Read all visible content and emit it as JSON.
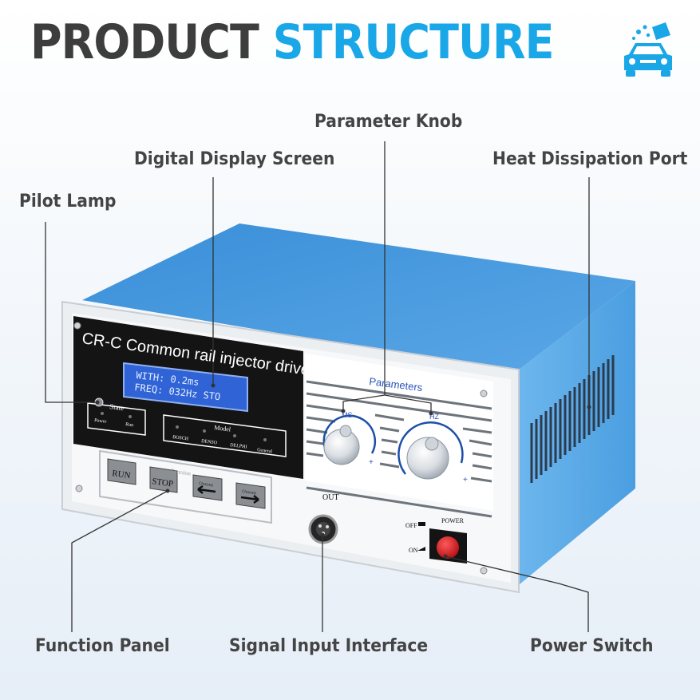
{
  "title": {
    "word1": "PRODUCT",
    "word2": "STRUCTURE"
  },
  "logo_icon": "car-wash-icon",
  "callouts": {
    "parameter_knob": "Parameter Knob",
    "digital_display": "Digital Display Screen",
    "heat_port": "Heat Dissipation Port",
    "pilot_lamp": "Pilot Lamp",
    "function_panel": "Function Panel",
    "signal_input": "Signal Input Interface",
    "power_switch": "Power Switch"
  },
  "device": {
    "brand": "CR-C Common rail injector drive",
    "lcd_line1": "WITH: 0.2ms",
    "lcd_line2": "FREQ: 032Hz STO",
    "state_label": "State",
    "state_items": [
      "Power",
      "Run"
    ],
    "model_label": "Model",
    "model_items": [
      "BOSCH",
      "DENSO",
      "DELPHI",
      "General"
    ],
    "parameters_label": "Parameters",
    "knob_left_label": "MS",
    "knob_right_label": "HZ",
    "plus": "+",
    "minus": "-",
    "function_label": "Function",
    "buttons": [
      "RUN",
      "STOP",
      "Choose",
      "Choose"
    ],
    "out_label": "OUT",
    "off_label": "OFF",
    "on_label": "ON",
    "power_label": "POWER"
  },
  "colors": {
    "accent": "#1aa7e8",
    "case_blue": "#4f9ad6",
    "title_dark": "#3d3d3d",
    "power_red": "#d71920"
  }
}
